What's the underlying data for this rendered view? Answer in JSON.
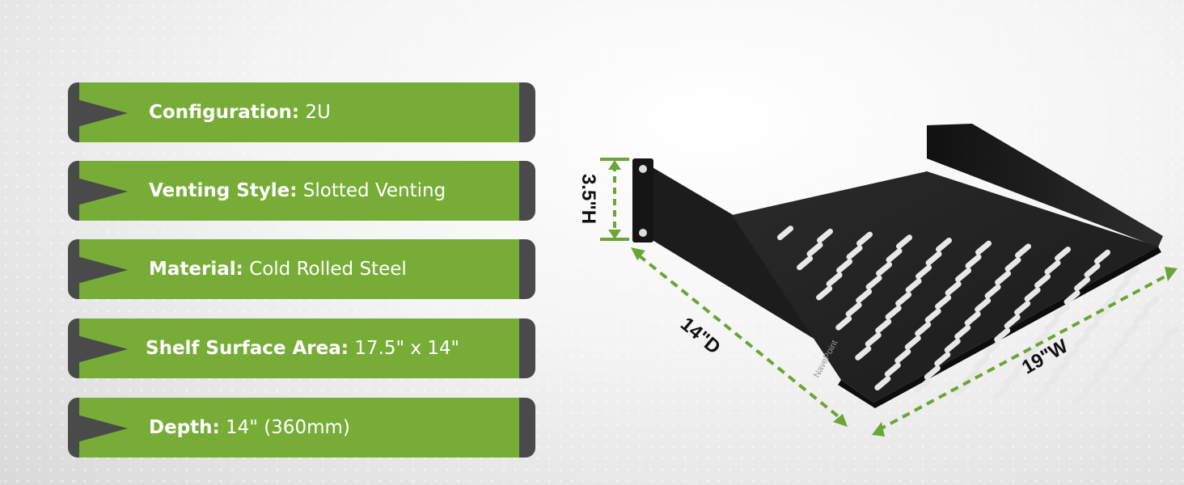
{
  "specs": [
    {
      "label": "Configuration:",
      "value": "2U"
    },
    {
      "label": "Venting Style:",
      "value": "Slotted Venting"
    },
    {
      "label": "Material:",
      "value": "Cold Rolled Steel"
    },
    {
      "label": "Shelf Surface Area:",
      "value": "17.5\" x 14\""
    },
    {
      "label": "Depth:",
      "value": "14\" (360mm)"
    }
  ],
  "dimensions": {
    "height": "3.5\"H",
    "depth": "14\"D",
    "width": "19\"W"
  },
  "brand_mark": "NavePoint",
  "colors": {
    "accent_green": "#77ad37",
    "dark_gray": "#4a4a4a",
    "dimension_line": "#6aa536"
  }
}
